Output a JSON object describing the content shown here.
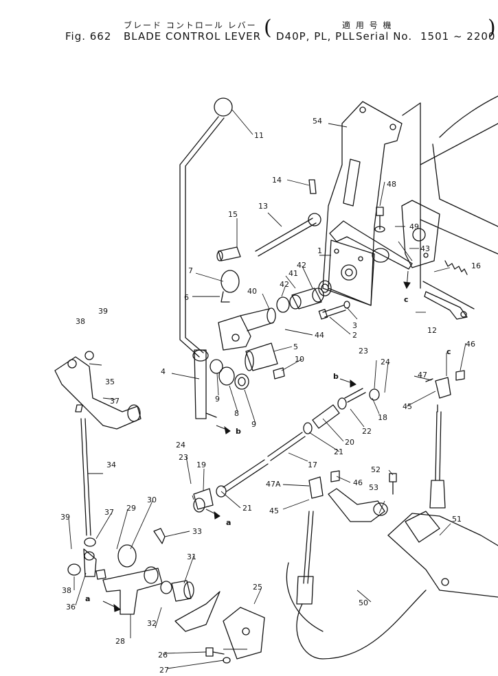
{
  "header": {
    "title_jp": "ブレード コントロール レバー",
    "applicable_jp": "適 用 号 機",
    "fig_label": "Fig. 662",
    "title_en": "BLADE CONTROL LEVER",
    "models": "D40P, PL, PLL",
    "serial_label": "Serial No.",
    "serial_range": "1501 ~ 2200"
  },
  "parts": [
    {
      "id": "p1",
      "label": "1"
    },
    {
      "id": "p2",
      "label": "2"
    },
    {
      "id": "p3",
      "label": "3"
    },
    {
      "id": "p4",
      "label": "4"
    },
    {
      "id": "p5",
      "label": "5"
    },
    {
      "id": "p6",
      "label": "6"
    },
    {
      "id": "p7",
      "label": "7"
    },
    {
      "id": "p8",
      "label": "8"
    },
    {
      "id": "p9a",
      "label": "9"
    },
    {
      "id": "p9b",
      "label": "9"
    },
    {
      "id": "p10",
      "label": "10"
    },
    {
      "id": "p11",
      "label": "11"
    },
    {
      "id": "p12",
      "label": "12"
    },
    {
      "id": "p13",
      "label": "13"
    },
    {
      "id": "p14",
      "label": "14"
    },
    {
      "id": "p15",
      "label": "15"
    },
    {
      "id": "p16",
      "label": "16"
    },
    {
      "id": "p17",
      "label": "17"
    },
    {
      "id": "p18",
      "label": "18"
    },
    {
      "id": "p19",
      "label": "19"
    },
    {
      "id": "p20",
      "label": "20"
    },
    {
      "id": "p21a",
      "label": "21"
    },
    {
      "id": "p21b",
      "label": "21"
    },
    {
      "id": "p22",
      "label": "22"
    },
    {
      "id": "p23a",
      "label": "23"
    },
    {
      "id": "p23b",
      "label": "23"
    },
    {
      "id": "p24a",
      "label": "24"
    },
    {
      "id": "p24b",
      "label": "24"
    },
    {
      "id": "p25",
      "label": "25"
    },
    {
      "id": "p26",
      "label": "26"
    },
    {
      "id": "p27",
      "label": "27"
    },
    {
      "id": "p28",
      "label": "28"
    },
    {
      "id": "p29",
      "label": "29"
    },
    {
      "id": "p30",
      "label": "30"
    },
    {
      "id": "p31",
      "label": "31"
    },
    {
      "id": "p32",
      "label": "32"
    },
    {
      "id": "p33",
      "label": "33"
    },
    {
      "id": "p34",
      "label": "34"
    },
    {
      "id": "p35",
      "label": "35"
    },
    {
      "id": "p36",
      "label": "36"
    },
    {
      "id": "p37a",
      "label": "37"
    },
    {
      "id": "p37b",
      "label": "37"
    },
    {
      "id": "p38a",
      "label": "38"
    },
    {
      "id": "p38b",
      "label": "38"
    },
    {
      "id": "p39a",
      "label": "39"
    },
    {
      "id": "p39b",
      "label": "39"
    },
    {
      "id": "p40",
      "label": "40"
    },
    {
      "id": "p41",
      "label": "41"
    },
    {
      "id": "p42a",
      "label": "42"
    },
    {
      "id": "p42b",
      "label": "42"
    },
    {
      "id": "p43",
      "label": "43"
    },
    {
      "id": "p44",
      "label": "44"
    },
    {
      "id": "p45a",
      "label": "45"
    },
    {
      "id": "p45b",
      "label": "45"
    },
    {
      "id": "p46a",
      "label": "46"
    },
    {
      "id": "p46b",
      "label": "46"
    },
    {
      "id": "p47",
      "label": "47"
    },
    {
      "id": "p47a",
      "label": "47A"
    },
    {
      "id": "p48",
      "label": "48"
    },
    {
      "id": "p49",
      "label": "49"
    },
    {
      "id": "p50",
      "label": "50"
    },
    {
      "id": "p51",
      "label": "51"
    },
    {
      "id": "p52",
      "label": "52"
    },
    {
      "id": "p53",
      "label": "53"
    },
    {
      "id": "p54",
      "label": "54"
    }
  ],
  "refs": [
    {
      "id": "ra1",
      "label": "a"
    },
    {
      "id": "ra2",
      "label": "a"
    },
    {
      "id": "rb1",
      "label": "b"
    },
    {
      "id": "rb2",
      "label": "b"
    },
    {
      "id": "rc1",
      "label": "c"
    },
    {
      "id": "rc2",
      "label": "c"
    }
  ]
}
